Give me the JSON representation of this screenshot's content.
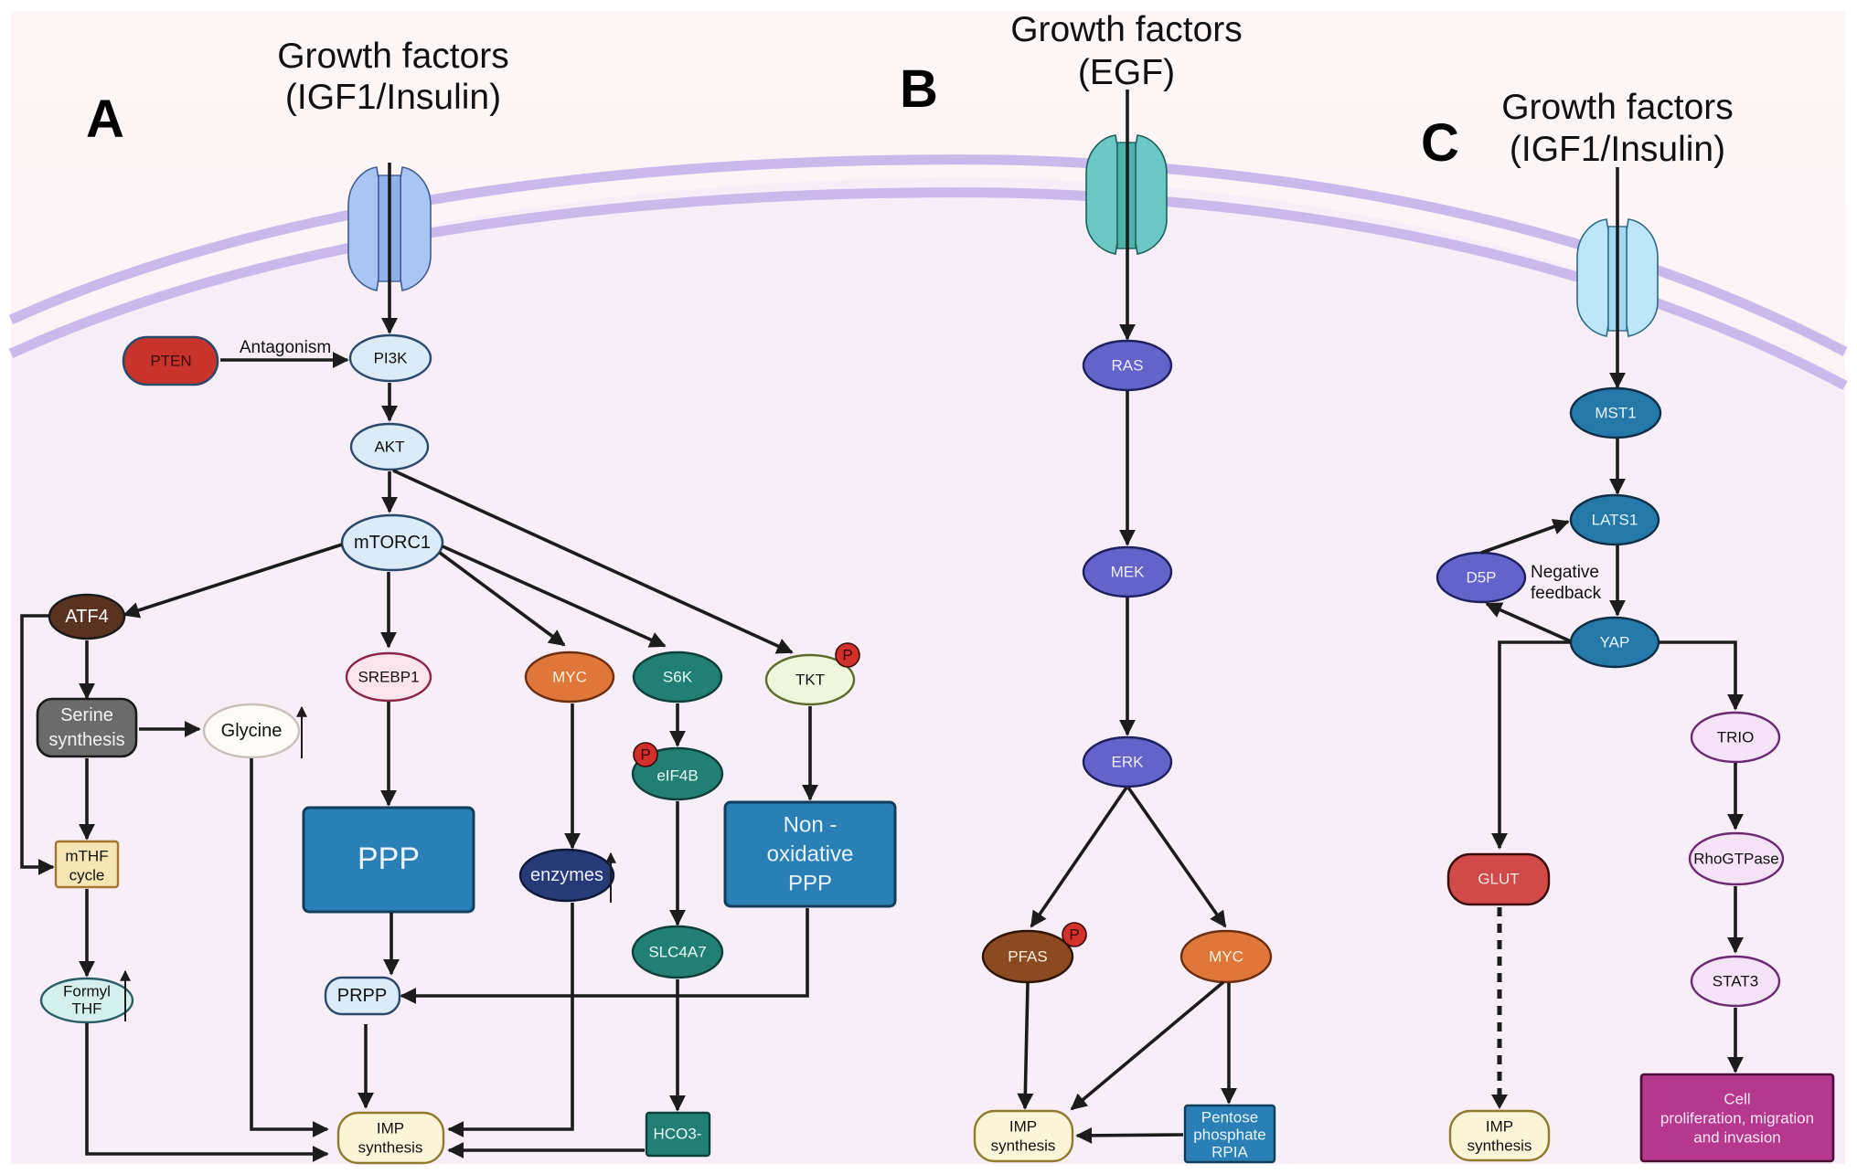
{
  "figure": {
    "background": "#fbf5f7",
    "cytoplasm": "#f7eef8",
    "membrane_color": "#cbb9ec",
    "arrow_color": "#1c1c1c"
  },
  "panels": {
    "A": {
      "letter": "A",
      "ligand_line1": "Growth factors",
      "ligand_line2": "(IGF1/Insulin)",
      "receptor_color": "#a9c6f2",
      "nodes": {
        "pten": {
          "label": "PTEN",
          "fill": "#c8342c",
          "text": "#3a0b0b"
        },
        "pi3k": {
          "label": "PI3K",
          "fill": "#dcebf8"
        },
        "akt": {
          "label": "AKT",
          "fill": "#dcebf8"
        },
        "mtorc1": {
          "label": "mTORC1",
          "fill": "#dcebf8"
        },
        "atf4": {
          "label": "ATF4",
          "fill": "#5a3320"
        },
        "srebp1": {
          "label": "SREBP1",
          "fill": "#fbe4ec"
        },
        "myc": {
          "label": "MYC",
          "fill": "#e0773a"
        },
        "s6k": {
          "label": "S6K",
          "fill": "#227f73"
        },
        "tkt": {
          "label": "TKT",
          "fill": "#eef6dc"
        },
        "serine": {
          "line1": "Serine",
          "line2": "synthesis",
          "fill": "#6b6b6b"
        },
        "glycine": {
          "label": "Glycine",
          "fill": "#fdfbf8"
        },
        "eif4b": {
          "label": "eIF4B",
          "fill": "#227f73"
        },
        "ppp": {
          "label": "PPP",
          "fill": "#2a80b6"
        },
        "nonox": {
          "line1": "Non -",
          "line2": "oxidative",
          "line3": "PPP",
          "fill": "#2a80b6"
        },
        "enzymes": {
          "label": "enzymes",
          "fill": "#263a78"
        },
        "mthf": {
          "line1": "mTHF",
          "line2": "cycle",
          "fill": "#f6e6b4"
        },
        "slc4a7": {
          "label": "SLC4A7",
          "fill": "#227f73"
        },
        "prpp": {
          "label": "PRPP",
          "fill": "#dcebf8"
        },
        "formyl": {
          "line1": "Formyl",
          "line2": "THF",
          "fill": "#d4efec"
        },
        "imp": {
          "line1": "IMP",
          "line2": "synthesis",
          "fill": "#fbf5d8"
        },
        "hco3": {
          "label": "HCO3-",
          "fill": "#227f73"
        }
      },
      "edge_labels": {
        "antagonism": "Antagonism"
      },
      "phospho_badge": "P"
    },
    "B": {
      "letter": "B",
      "ligand_line1": "Growth factors",
      "ligand_line2": "(EGF)",
      "receptor_color": "#6cc8c4",
      "nodes": {
        "ras": {
          "label": "RAS",
          "fill": "#6463c9"
        },
        "mek": {
          "label": "MEK",
          "fill": "#6463c9"
        },
        "erk": {
          "label": "ERK",
          "fill": "#6463c9"
        },
        "pfas": {
          "label": "PFAS",
          "fill": "#8b4a22"
        },
        "myc": {
          "label": "MYC",
          "fill": "#e0773a"
        },
        "imp": {
          "line1": "IMP",
          "line2": "synthesis",
          "fill": "#fbf5d8"
        },
        "rpia": {
          "line1": "Pentose",
          "line2": "phosphate",
          "line3": "RPIA",
          "fill": "#2a80b6"
        }
      },
      "phospho_badge": "P"
    },
    "C": {
      "letter": "C",
      "ligand_line1": "Growth factors",
      "ligand_line2": "(IGF1/Insulin)",
      "receptor_color": "#bfe6f8",
      "nodes": {
        "mst1": {
          "label": "MST1",
          "fill": "#2479a8"
        },
        "lats1": {
          "label": "LATS1",
          "fill": "#2479a8"
        },
        "d5p": {
          "label": "D5P",
          "fill": "#6463c9"
        },
        "yap": {
          "label": "YAP",
          "fill": "#2479a8"
        },
        "trio": {
          "label": "TRIO",
          "fill": "#f4e2f6"
        },
        "glut": {
          "label": "GLUT",
          "fill": "#cf4a48"
        },
        "rhogtpase": {
          "label": "RhoGTPase",
          "fill": "#f4e2f6"
        },
        "stat3": {
          "label": "STAT3",
          "fill": "#f4e2f6"
        },
        "imp": {
          "line1": "IMP",
          "line2": "synthesis",
          "fill": "#fbf5d8"
        },
        "outcome": {
          "line1": "Cell",
          "line2": "proliferation, migration",
          "line3": "and  invasion",
          "fill": "#b3388e"
        }
      },
      "edge_labels": {
        "feedback_line1": "Negative",
        "feedback_line2": "feedback"
      }
    }
  }
}
